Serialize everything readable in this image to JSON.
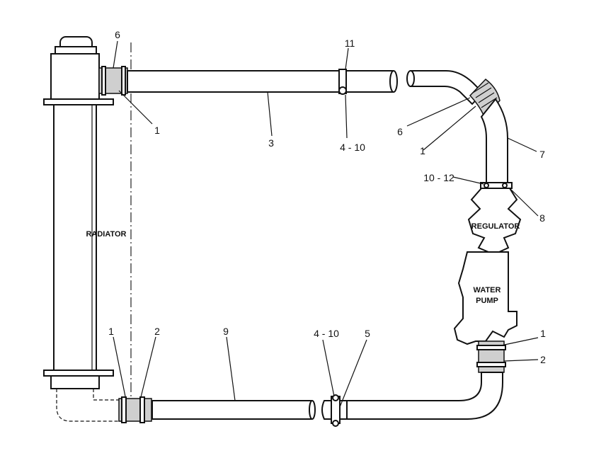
{
  "components": {
    "radiator": "RADIATOR",
    "regulator": "REGULATOR",
    "water_pump_line1": "WATER",
    "water_pump_line2": "PUMP"
  },
  "callouts": {
    "c6_top": "6",
    "c1_top": "1",
    "c11": "11",
    "c3": "3",
    "c4_10_top": "4 - 10",
    "c6_right": "6",
    "c1_right": "1",
    "c7": "7",
    "c10_12": "10 - 12",
    "c8": "8",
    "c1_pump": "1",
    "c2_pump": "2",
    "c1_bottom": "1",
    "c2_bottom": "2",
    "c9": "9",
    "c4_10_bottom": "4 - 10",
    "c5": "5"
  }
}
